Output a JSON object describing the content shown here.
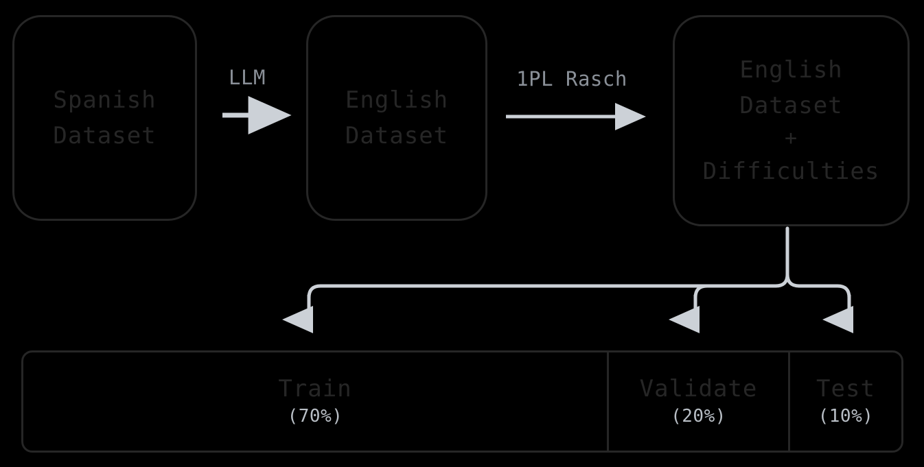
{
  "diagram": {
    "title": "Dataset translation and Rasch difficulty pipeline",
    "background_color": "#000000",
    "node_border_color": "#262626",
    "node_text_color": "#262626",
    "edge_color": "#ccd1d7",
    "edge_label_color": "#8a9098",
    "percent_text_color": "#b9bfc6"
  },
  "nodes": [
    {
      "id": "spanish-dataset",
      "lines": [
        "Spanish",
        "Dataset"
      ]
    },
    {
      "id": "english-dataset",
      "lines": [
        "English",
        "Dataset"
      ]
    },
    {
      "id": "english-dataset-difficulties",
      "lines": [
        "English",
        "Dataset",
        "+",
        "Difficulties"
      ]
    }
  ],
  "edges": [
    {
      "id": "spanish-to-english",
      "label": "LLM",
      "from": "spanish-dataset",
      "to": "english-dataset"
    },
    {
      "id": "english-to-difficulties",
      "label": "1PL Rasch",
      "from": "english-dataset",
      "to": "english-dataset-difficulties"
    },
    {
      "id": "difficulties-to-splits",
      "label": "",
      "from": "english-dataset-difficulties",
      "to": "dataset-split-bar"
    }
  ],
  "split_bar": {
    "id": "dataset-split-bar",
    "segments": [
      {
        "id": "train",
        "name": "Train",
        "percent_label": "(70%)",
        "percent": 70
      },
      {
        "id": "validate",
        "name": "Validate",
        "percent_label": "(20%)",
        "percent": 20
      },
      {
        "id": "test",
        "name": "Test",
        "percent_label": "(10%)",
        "percent": 10
      }
    ]
  }
}
